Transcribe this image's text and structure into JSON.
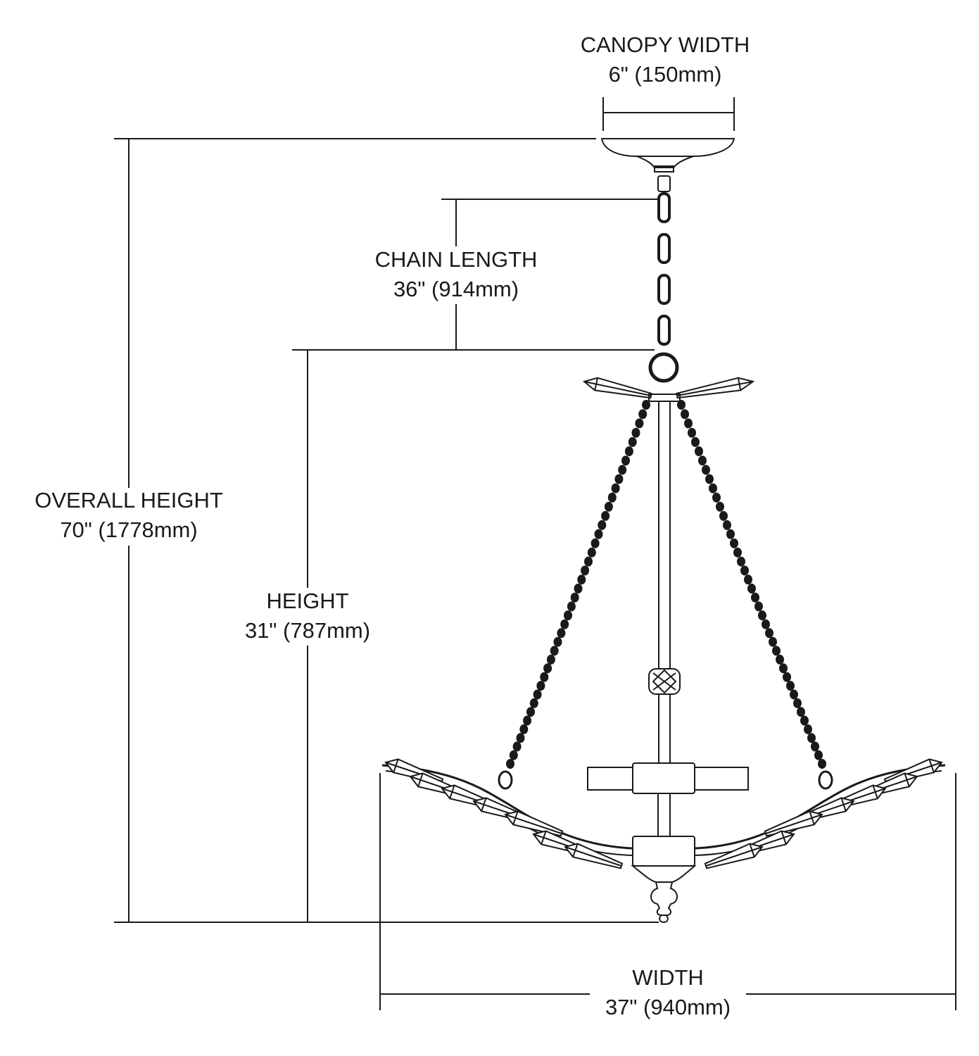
{
  "labels": {
    "canopy_width": {
      "title": "CANOPY WIDTH",
      "value": "6\" (150mm)"
    },
    "chain_length": {
      "title": "CHAIN LENGTH",
      "value": "36\" (914mm)"
    },
    "overall_height": {
      "title": "OVERALL HEIGHT",
      "value": "70\" (1778mm)"
    },
    "height": {
      "title": "HEIGHT",
      "value": "31\" (787mm)"
    },
    "width": {
      "title": "WIDTH",
      "value": "37\" (940mm)"
    }
  },
  "colors": {
    "line": "#1a1a1a",
    "background": "#ffffff"
  }
}
